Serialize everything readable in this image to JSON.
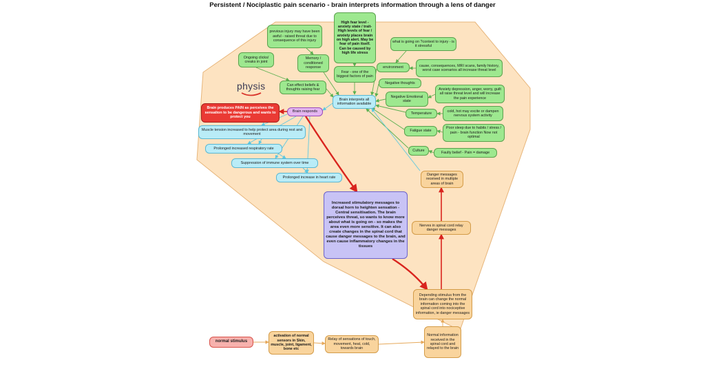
{
  "title": "Persistent / Nociplastic pain scenario - brain interprets information through a lens of danger",
  "logo": {
    "text": "physis"
  },
  "colors": {
    "region": "#fde3c1",
    "region_stroke": "#e7b57a",
    "green_arrow": "#5ab04f",
    "cyan_arrow": "#5ec8e0",
    "red_arrow": "#d9241e",
    "orange_arrow": "#e6a85a"
  },
  "nodes": {
    "high_fear": "High fear level - anxiety state / trait- High levels of fear / anxiety places brain on high alert. May be fear of pain itself. Can be caused by high life stress",
    "fear_factor": "Fear - one of the biggest factors of pain",
    "previous_injury": "previous injury may have been awful - raised threat due to consequence of this injury",
    "memory": "Memory / conditioned response",
    "ongoing_clicks": "Ongoing clicks/ creaks in joint",
    "beliefs": "Can effect beliefs & thoughts raising fear",
    "context": "what is going on ?context to injury - is it stressful",
    "environment": "environment",
    "cause": "cause, consequences, MRI scans, family history, worst case scenarios all increase threat level",
    "negative_thoughts": "Negative thoughts",
    "negative_emotional": "Negative Emotional state",
    "anxiety": "Anxiety depression, anger, worry, guilt all raise threat level and will increase the pain experience",
    "temperature": "Temperature",
    "cold_hot": "cold, hot may excite or dampen nervous system activity",
    "fatigue": "Fatigue state",
    "poor_sleep": "Poor sleep due to habits / stress / pain - brain function Now not optimal",
    "culture": "Culture",
    "faulty_belief": "Faulty belief - Pain = damage",
    "brain_interprets": "Brain interprets all information available",
    "brain_responds": "Brain responds",
    "brain_pain": "Brain produces PAIN as perceives the sensation to be dangerous and wants to protect you",
    "muscle_tension": "Muscle tension increased to help protect area during rest and movement",
    "respiratory": "Prolonged increased respiratory rate",
    "immune": "Suppression of immune system over time",
    "heart_rate": "Prolonged increase in heart rate",
    "central_sensitisation": "Increased stimulatory messages to dorsal horn to heighten sensation - Central sensitisation. The brain perceives threat, so wants to know more about what is going on - so makes the area even more sensitive. It can also create changes in the spinal cord that cause danger messages to the brain, and even cause inflammatory changes in the tissues",
    "danger_messages": "Danger messages received in multiple areas of brain",
    "nerves_spinal": "Nerves in spinal cord relay danger messages",
    "depending_stimulus": "Depending stimulus from the brain can change the normal information coming into the spinal cord into nociceptive information, ie danger messages",
    "normal_info": "Normal information received in the spinal cord and relayed to the brain",
    "normal_stimulus": "normal stimulus",
    "activation": "activation of normal sensors in Skin, muscle, joint, ligament, bone etc",
    "relay": "Relay of sensations of touch, movement, heat, cold, towards brain"
  }
}
